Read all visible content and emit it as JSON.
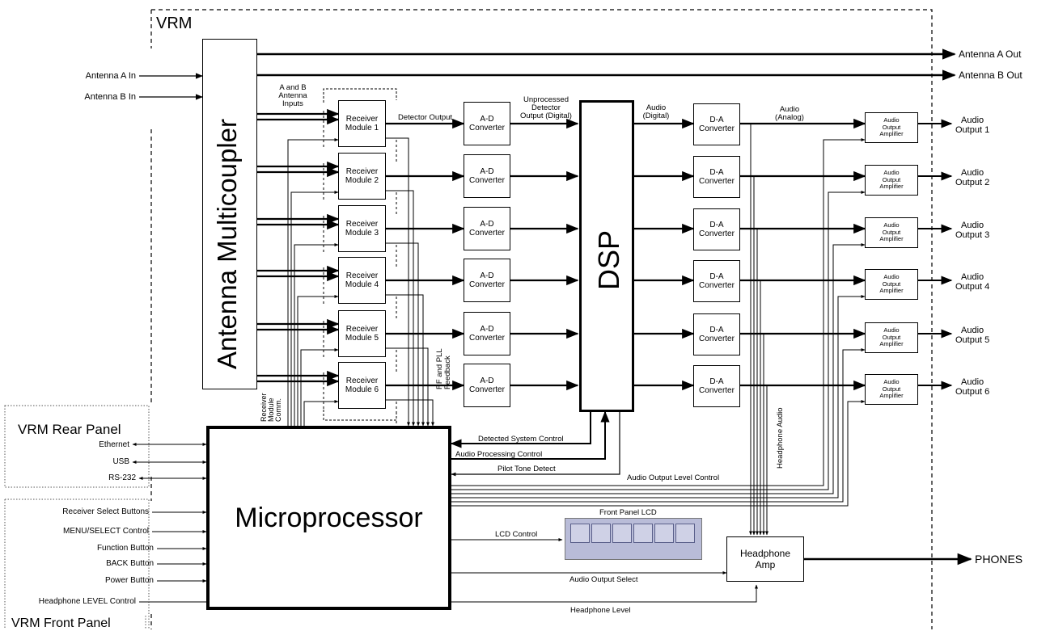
{
  "sections": {
    "vrm": "VRM",
    "rear_panel": "VRM Rear Panel",
    "front_panel": "VRM Front Panel"
  },
  "blocks": {
    "antenna_multicoupler": "Antenna Multicoupler",
    "dsp": "DSP",
    "microprocessor": "Microprocessor",
    "headphone_amp": "Headphone\nAmp",
    "receiver_modules": [
      "Receiver\nModule 1",
      "Receiver\nModule 2",
      "Receiver\nModule 3",
      "Receiver\nModule 4",
      "Receiver\nModule 5",
      "Receiver\nModule 6"
    ],
    "ad_converter": "A-D\nConverter",
    "da_converter": "D-A\nConverter",
    "audio_output_amplifier": "Audio\nOutput\nAmplifier"
  },
  "inputs": {
    "antenna_a_in": "Antenna A In",
    "antenna_b_in": "Antenna B In"
  },
  "outputs": {
    "antenna_a_out": "Antenna A Out",
    "antenna_b_out": "Antenna B Out",
    "audio_outputs": [
      "Audio\nOutput 1",
      "Audio\nOutput 2",
      "Audio\nOutput 3",
      "Audio\nOutput 4",
      "Audio\nOutput 5",
      "Audio\nOutput 6"
    ],
    "phones": "PHONES"
  },
  "signals": {
    "ab_antenna_inputs": "A and B\nAntenna\nInputs",
    "detector_output": "Detector Output",
    "unprocessed_detector_output": "Unprocessed\nDetector\nOutput (Digital)",
    "audio_digital": "Audio\n(Digital)",
    "audio_analog": "Audio\n(Analog)",
    "rf_pll_feedback": "RF and PLL\nFeedback",
    "receiver_module_comm": "Receiver\nModule\nComm.",
    "headphone_audio": "Headphone Audio",
    "detected_system_control": "Detected System Control",
    "audio_processing_control": "Audio Processing Control",
    "pilot_tone_detect": "Pilot Tone Detect",
    "audio_output_level_control": "Audio Output Level Control",
    "lcd_control": "LCD Control",
    "front_panel_lcd": "Front Panel LCD",
    "audio_output_select": "Audio Output Select",
    "headphone_level": "Headphone Level"
  },
  "rear_panel_ports": [
    "Ethernet",
    "USB",
    "RS-232"
  ],
  "front_panel_controls": [
    "Receiver Select Buttons",
    "MENU/SELECT Control",
    "Function Button",
    "BACK Button",
    "Power Button",
    "Headphone LEVEL Control"
  ]
}
